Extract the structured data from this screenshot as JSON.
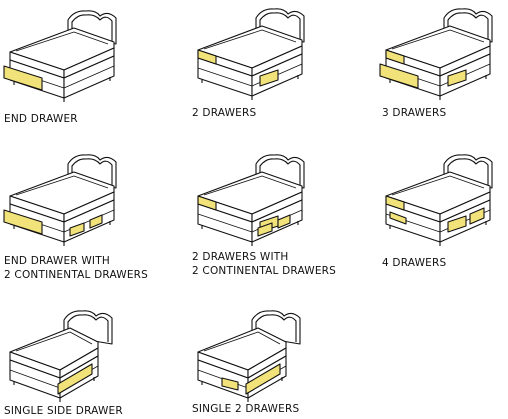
{
  "options": [
    {
      "lines": [
        "END DRAWER"
      ],
      "drawers": [
        "end"
      ]
    },
    {
      "lines": [
        "2 DRAWERS"
      ],
      "drawers": [
        "sideA",
        "sideB"
      ]
    },
    {
      "lines": [
        "3 DRAWERS"
      ],
      "drawers": [
        "end",
        "sideA",
        "sideB"
      ]
    },
    {
      "lines": [
        "END DRAWER WITH",
        "2 CONTINENTAL DRAWERS"
      ],
      "drawers": [
        "end",
        "contA",
        "contB"
      ]
    },
    {
      "lines": [
        "2 DRAWERS WITH",
        "2 CONTINENTAL DRAWERS"
      ],
      "drawers": [
        "sideA",
        "sideB",
        "contA",
        "contB"
      ]
    },
    {
      "lines": [
        "4 DRAWERS"
      ],
      "drawers": [
        "sideA",
        "sideB",
        "sideC",
        "sideD"
      ]
    },
    {
      "lines": [
        "SINGLE SIDE DRAWER"
      ],
      "drawers": [
        "single"
      ]
    },
    {
      "lines": [
        "SINGLE 2 DRAWERS"
      ],
      "drawers": [
        "single",
        "single2"
      ]
    }
  ],
  "colors": {
    "drawer": "#f2e27a",
    "outline": "#111111",
    "bed": "#ffffff"
  }
}
